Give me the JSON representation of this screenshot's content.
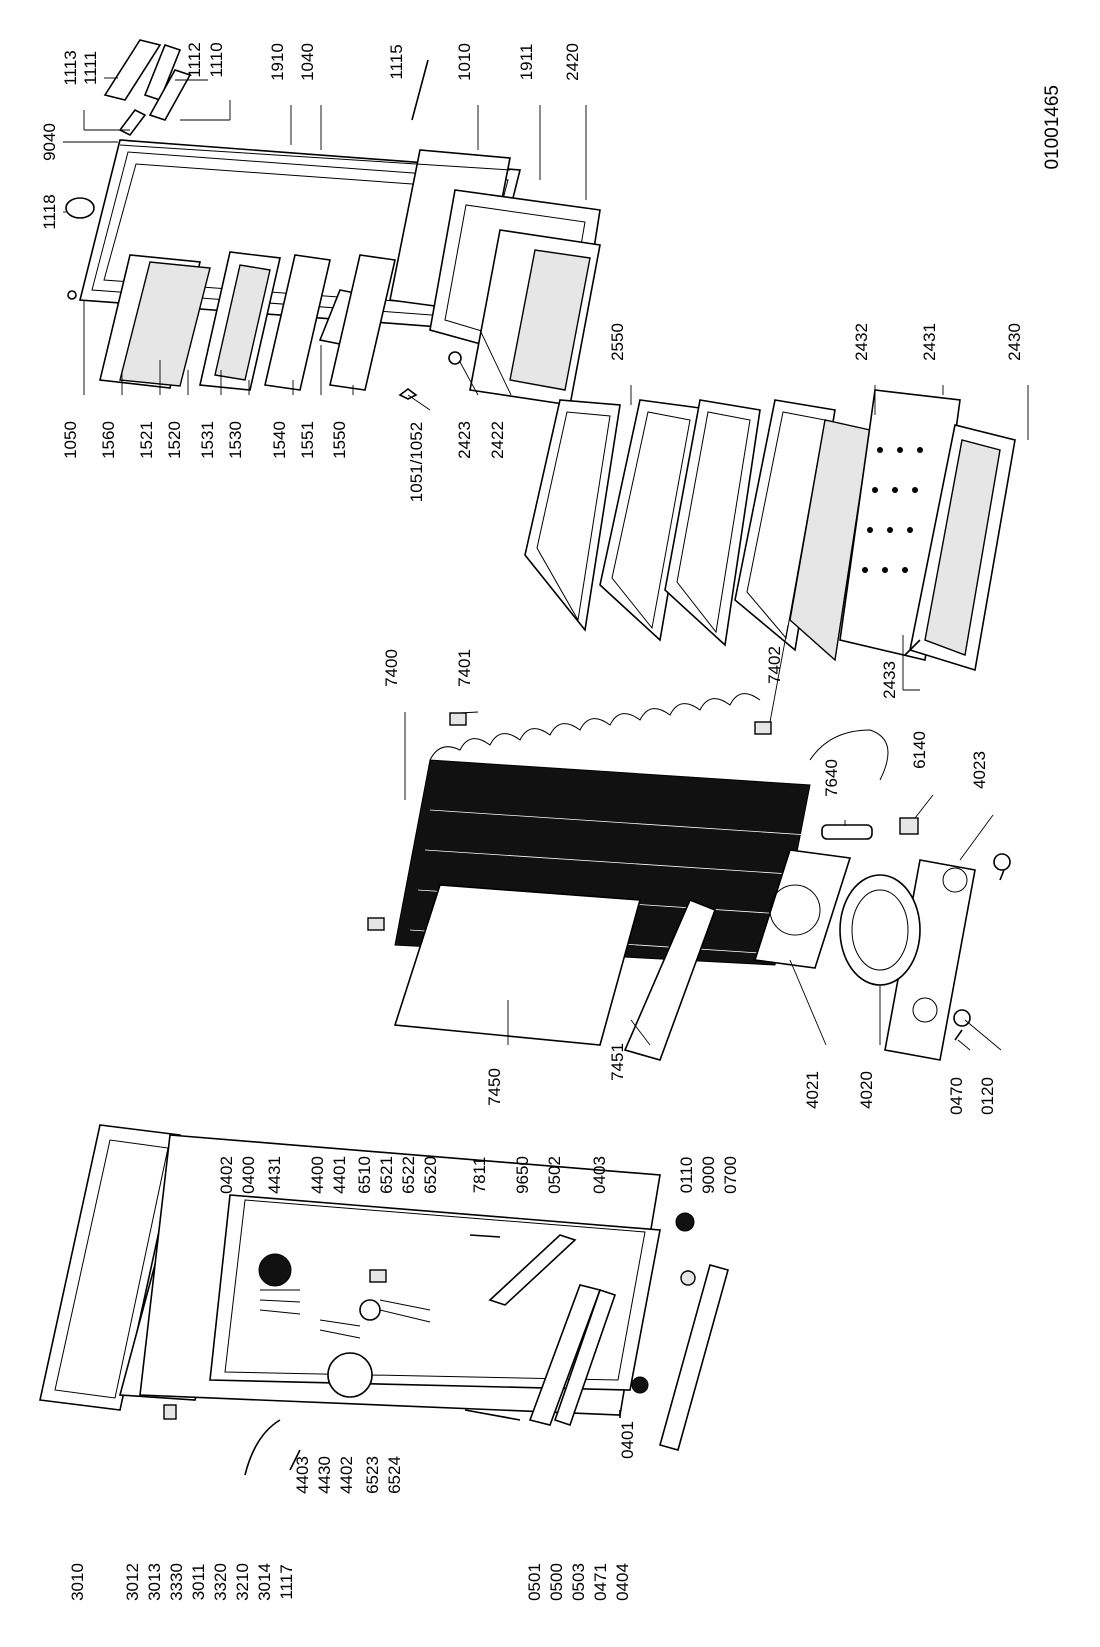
{
  "document_number": "01001465",
  "part_numbers": {
    "group_top": [
      "9040",
      "1113",
      "1111",
      "1112",
      "1110",
      "1910",
      "1040",
      "1115",
      "1010",
      "1911",
      "2420",
      "1118",
      "1050",
      "1560",
      "1521",
      "1520",
      "1531",
      "1530",
      "1540",
      "1551",
      "1550",
      "1051/1052",
      "2423",
      "2422"
    ],
    "group_shelves": [
      "2550",
      "2432",
      "2431",
      "2430",
      "7402",
      "2433"
    ],
    "group_condenser": [
      "7400",
      "7401",
      "7640",
      "6140",
      "4023",
      "7450",
      "7451",
      "4021",
      "4020",
      "0470",
      "0120"
    ],
    "group_cabinet": [
      "3010",
      "3012",
      "3013",
      "3330",
      "3011",
      "3320",
      "3210",
      "3014",
      "1117",
      "0402",
      "0400",
      "4431",
      "4400",
      "4401",
      "4403",
      "4430",
      "4402",
      "6510",
      "6521",
      "6522",
      "6520",
      "6523",
      "6524",
      "7811",
      "9650",
      "0502",
      "0403",
      "0110",
      "9000",
      "0700",
      "0501",
      "0500",
      "0503",
      "0471",
      "0404",
      "0401"
    ]
  }
}
